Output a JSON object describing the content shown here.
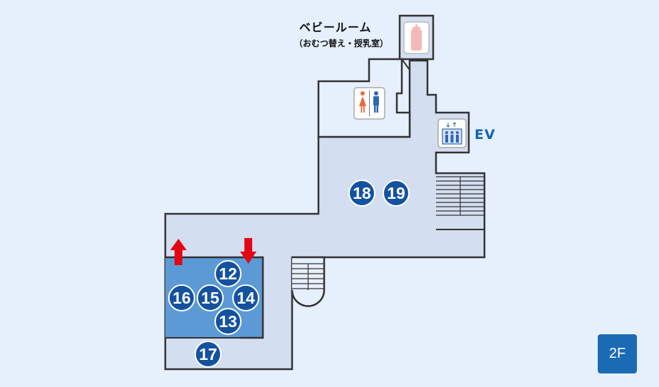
{
  "labels": {
    "baby_room_title": "ベビールーム",
    "baby_room_subtitle": "（おむつ替え・授乳室）",
    "elevator": "EV",
    "floor": "2F"
  },
  "store_markers": [
    "12",
    "13",
    "14",
    "15",
    "16",
    "17",
    "18",
    "19"
  ],
  "icons": [
    "baby-bottle-icon",
    "restroom-icon",
    "elevator-icon",
    "up-arrow-icon",
    "down-arrow-icon",
    "stairs-icon"
  ],
  "colors": {
    "background": "#e6f0fc",
    "floor": "#d3def0",
    "wall": "#333333",
    "highlight_area": "#5c9ad6",
    "marker": "#1452a0",
    "arrow": "#e30613",
    "floor_badge": "#1b6ab4",
    "ev_label": "#1565ae"
  }
}
